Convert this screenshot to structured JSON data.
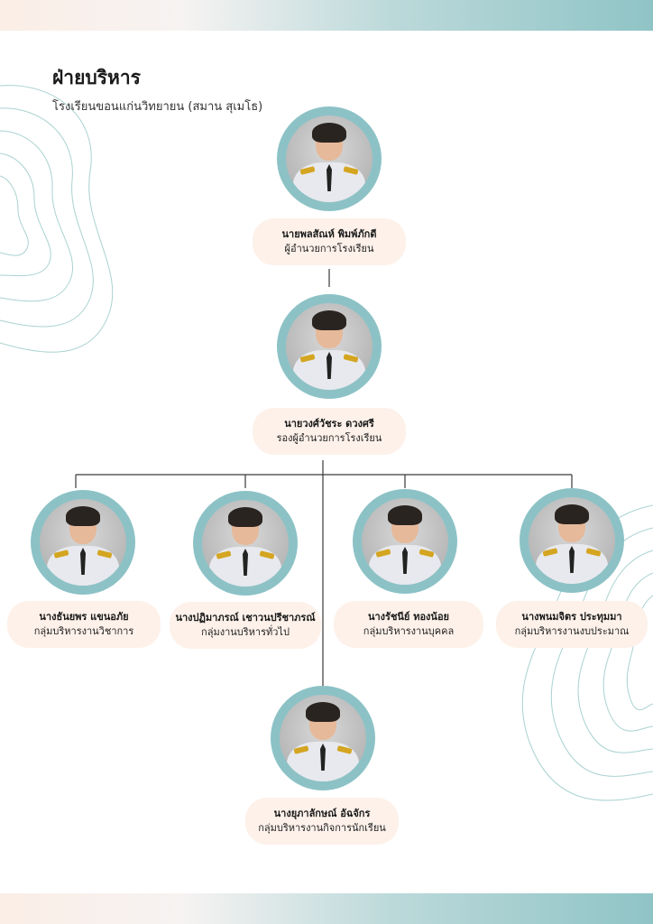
{
  "page": {
    "title": "ฝ่ายบริหาร",
    "subtitle": "โรงเรียนขอนแก่นวิทยายน (สมาน สุเมโธ)"
  },
  "colors": {
    "photo_ring": "#8cc2c6",
    "card_bg": "#fdf1ea",
    "line": "#3a3a3a",
    "band_teal": "#8fc4c6",
    "band_peach": "#fbeee6"
  },
  "people": {
    "director": {
      "name": "นายพลสัณห์ พิมพ์ภักดี",
      "role": "ผู้อำนวยการโรงเรียน"
    },
    "deputy": {
      "name": "นายวงศ์วัชระ ดวงศรี",
      "role": "รองผู้อำนวยการโรงเรียน"
    },
    "head_academic": {
      "name": "นางธันยพร แขนอภัย",
      "role": "กลุ่มบริหารงานวิชาการ"
    },
    "head_general": {
      "name": "นางปฏิมาภรณ์ เชาวนปรีชาภรณ์",
      "role": "กลุ่มงานบริหารทั่วไป"
    },
    "head_personnel": {
      "name": "นางรัชนีย์ ทองน้อย",
      "role": "กลุ่มบริหารงานบุคคล"
    },
    "head_budget": {
      "name": "นางพนมจิตร ประทุมมา",
      "role": "กลุ่มบริหารงานงบประมาณ"
    },
    "head_student": {
      "name": "นางยุภาลักษณ์ อัฉจักร",
      "role": "กลุ่มบริหารงานกิจการนักเรียน"
    }
  }
}
